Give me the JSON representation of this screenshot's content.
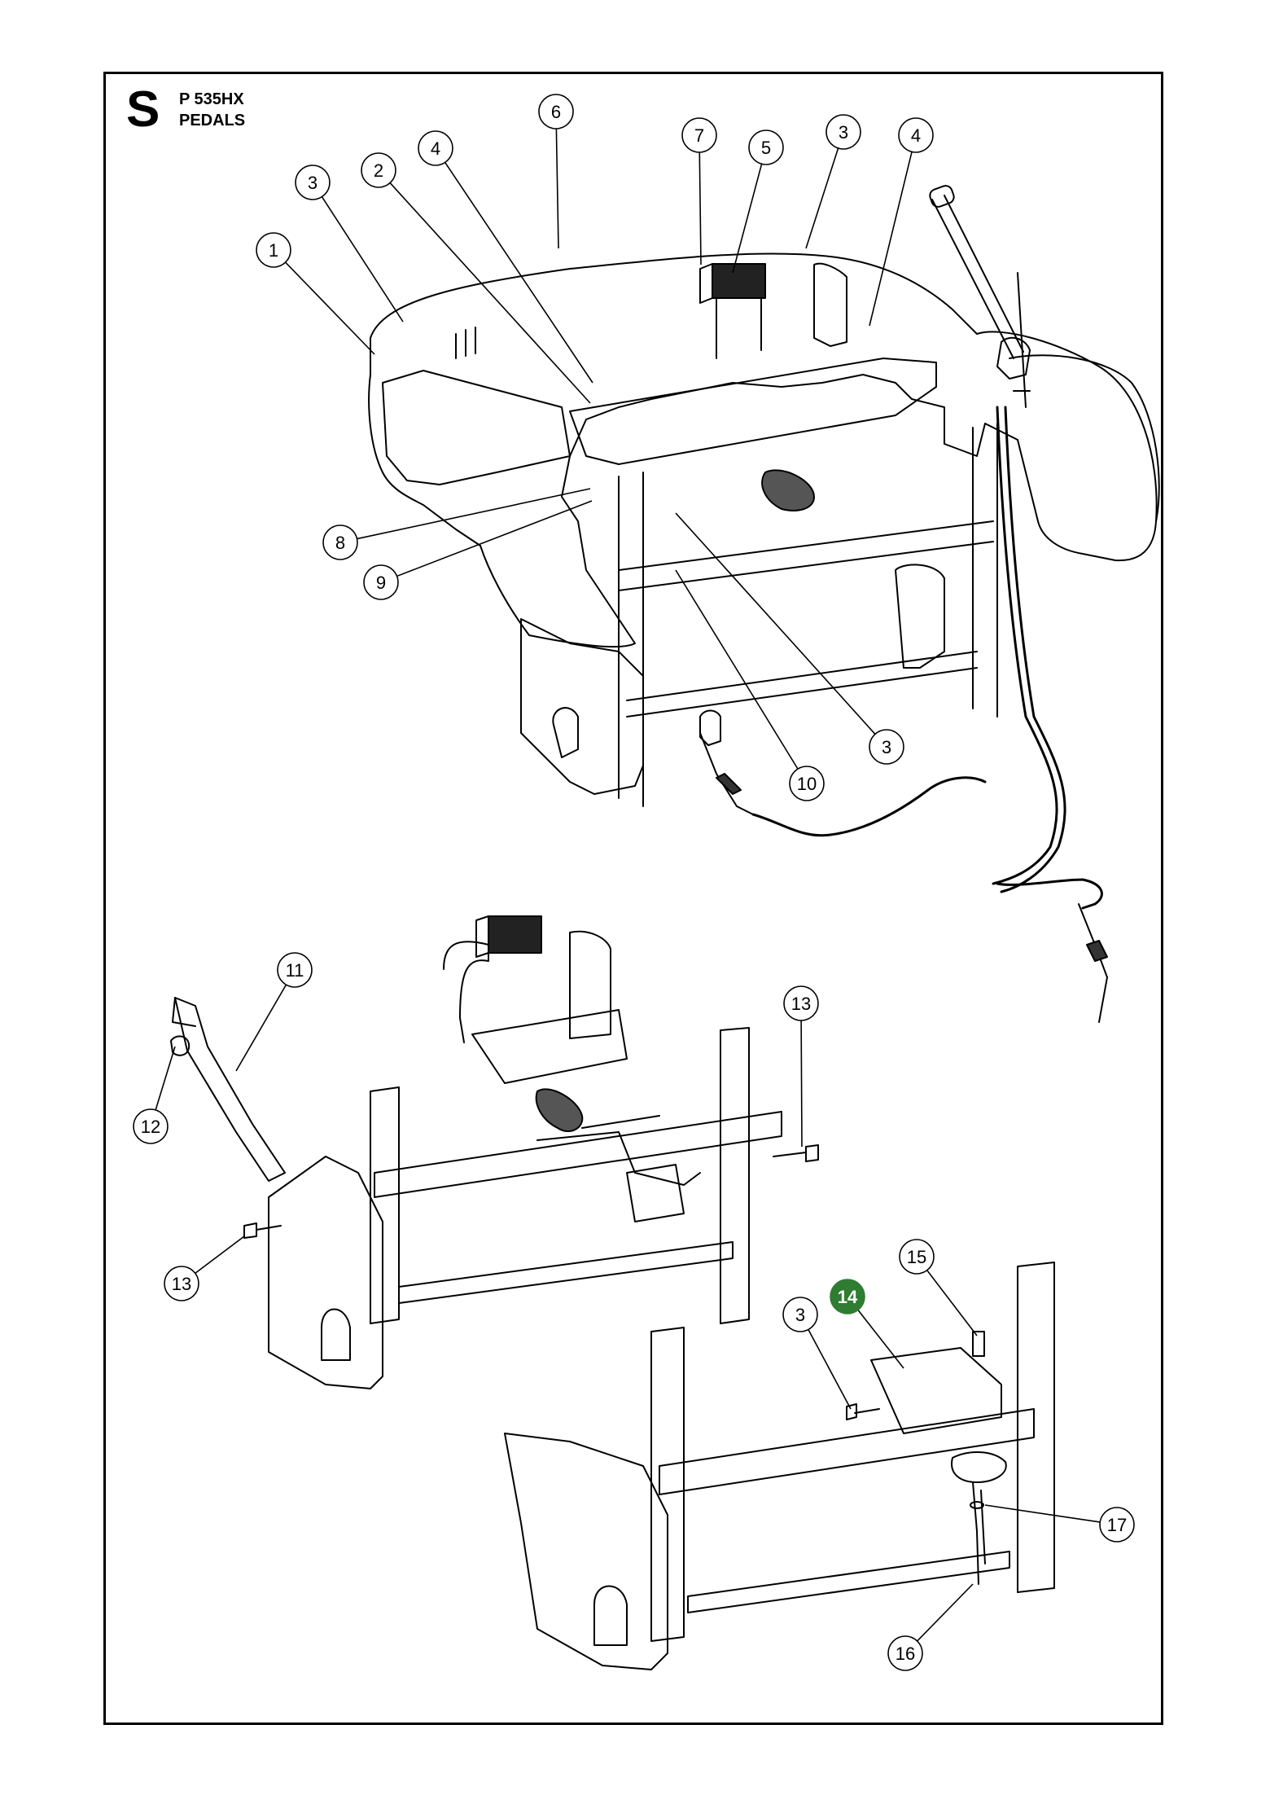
{
  "section_letter": "S",
  "model": "P 535HX",
  "title": "PEDALS",
  "highlight_color": "#2e7d32",
  "callouts": [
    {
      "label": "1"
    },
    {
      "label": "2"
    },
    {
      "label": "3"
    },
    {
      "label": "4"
    },
    {
      "label": "5"
    },
    {
      "label": "6"
    },
    {
      "label": "7"
    },
    {
      "label": "3"
    },
    {
      "label": "4"
    },
    {
      "label": "8"
    },
    {
      "label": "9"
    },
    {
      "label": "3"
    },
    {
      "label": "10"
    },
    {
      "label": "11"
    },
    {
      "label": "12"
    },
    {
      "label": "13"
    },
    {
      "label": "13"
    },
    {
      "label": "14",
      "highlight": true
    },
    {
      "label": "15"
    },
    {
      "label": "3"
    },
    {
      "label": "17"
    },
    {
      "label": "16"
    }
  ]
}
